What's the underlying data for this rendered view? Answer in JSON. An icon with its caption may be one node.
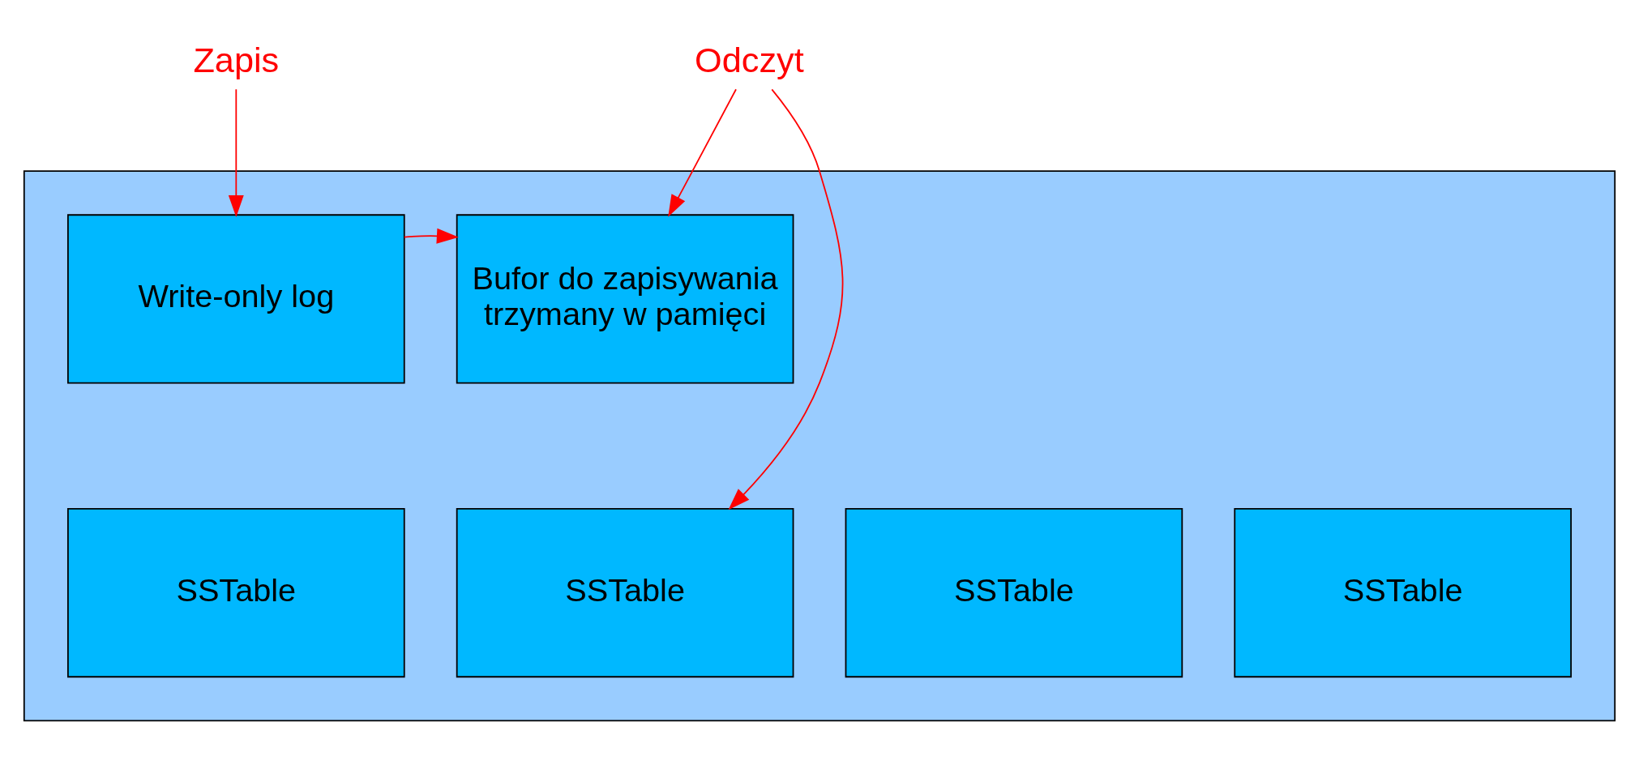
{
  "diagram": {
    "nodes": [
      {
        "text": [],
        "shape": "box"
      },
      {
        "text": [
          "Bufor do zapisywania trzymany w pamięci"
        ],
        "in": 0
      },
      {
        "text": [
          "Write-only log"
        ],
        "in": 0
      },
      {
        "text": [
          "SSTable"
        ],
        "in": 0
      },
      {
        "text": [
          "SSTable"
        ],
        "in": 0
      },
      {
        "text": [
          "SSTable"
        ],
        "in": 0
      },
      {
        "text": [
          "SSTable"
        ],
        "in": 0
      },
      {
        "text": [
          "Odczyt"
        ]
      },
      {
        "text": [
          "Zapis"
        ]
      }
    ],
    "edges": [
      {
        "from": 2,
        "to": 1,
        "arrow": "to"
      },
      {
        "from": 7,
        "to": 1,
        "arrow": "to"
      },
      {
        "from": 7,
        "to": 4,
        "arrow": "to"
      },
      {
        "from": 8,
        "to": 2,
        "arrow": "to"
      }
    ]
  }
}
